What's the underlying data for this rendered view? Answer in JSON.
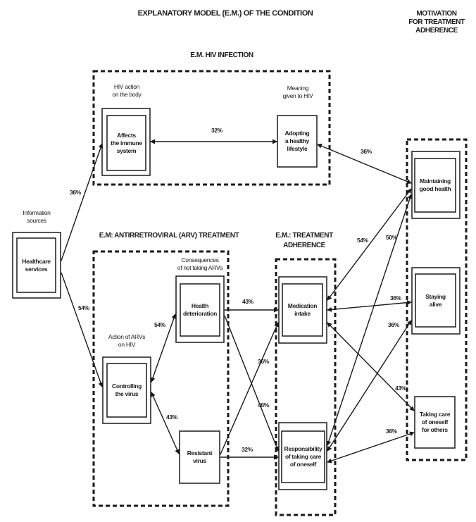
{
  "titles": {
    "main": "EXPLANATORY MODEL (E.M.) OF THE CONDITION",
    "motivation": "MOTIVATION\nFOR TREATMENT\nADHERENCE",
    "hiv_infection": "E.M. HIV INFECTION",
    "arv_treatment": "E.M: ANTIRRETROVIRAL (ARV) TREATMENT",
    "treatment_adherence": "E.M.: TREATMENT ADHERENCE"
  },
  "captions": {
    "information_sources": "Information\nsources",
    "hiv_action": "HIV action\non the body",
    "meaning_hiv": "Meaning\ngiven to HIV",
    "consequences": "Consequences\nof not taking ARVs",
    "action_arvs": "Action of ARVs\non HIV"
  },
  "nodes": {
    "healthcare": "Healthcare\nservices",
    "immune": "Affects\nthe immune\nsystem",
    "lifestyle": "Adopting\na healthy\nlifestyle",
    "health_det": "Health\ndeterioration",
    "controlling": "Controlling\nthe virus",
    "resistant": "Resistant\nvirus",
    "medication": "Medication\nintake",
    "responsibility": "Responsibility\nof taking care\nof oneself",
    "maintaining": "Maintaining\ngood health",
    "staying": "Staying\nalive",
    "taking_care": "Taking care\nof oneself\nfor others"
  },
  "edges": [
    {
      "id": "healthcare-immune",
      "label": "36%"
    },
    {
      "id": "healthcare-controlling",
      "label": "54%"
    },
    {
      "id": "immune-lifestyle",
      "label": "32%"
    },
    {
      "id": "lifestyle-maintaining",
      "label": "36%"
    },
    {
      "id": "controlling-health_det",
      "label": "54%"
    },
    {
      "id": "controlling-resistant",
      "label": "43%"
    },
    {
      "id": "health_det-medication",
      "label": "43%"
    },
    {
      "id": "resistant-medication",
      "label": "36%"
    },
    {
      "id": "health_det-responsibility",
      "label": "46%"
    },
    {
      "id": "resistant-responsibility",
      "label": "32%"
    },
    {
      "id": "medication-maintaining",
      "label": "54%"
    },
    {
      "id": "responsibility-maintaining",
      "label": "50%"
    },
    {
      "id": "medication-staying",
      "label": "36%"
    },
    {
      "id": "responsibility-staying",
      "label": "36%"
    },
    {
      "id": "medication-taking_care",
      "label": "43%"
    },
    {
      "id": "responsibility-taking_care",
      "label": "36%"
    }
  ],
  "colors": {
    "ink": "#1a1a1a",
    "background": "#ffffff"
  }
}
